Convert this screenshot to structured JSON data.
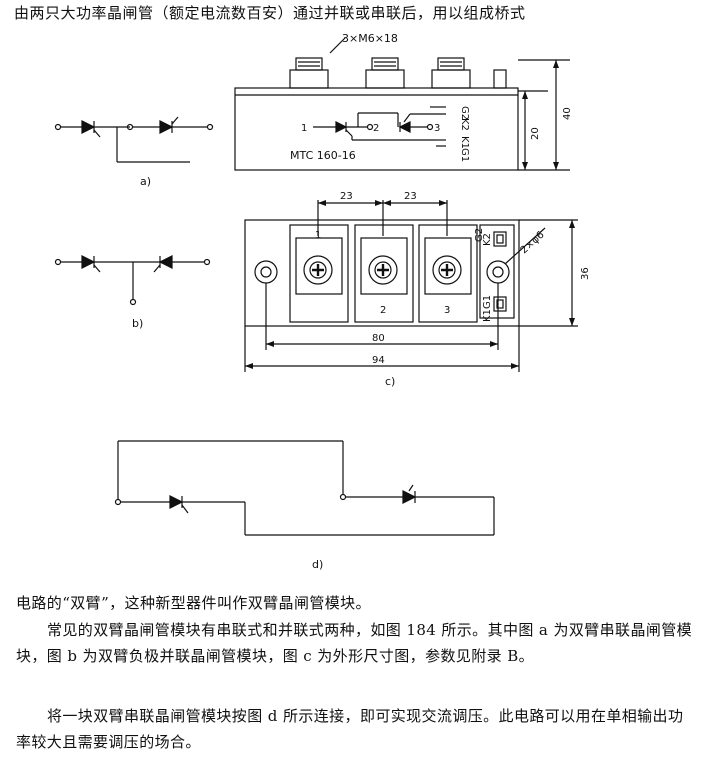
{
  "intro_line": "由两只大功率晶闸管（额定电流数百安）通过并联或串联后，用以组成桥式",
  "figure": {
    "caption_a": "a)",
    "caption_b": "b)",
    "caption_c": "c)",
    "caption_d": "d)",
    "screw_spec": "3×M6×18",
    "model_label": "MTC 160-16",
    "side_dim_20": "20",
    "side_dim_40": "40",
    "top_dim_23a": "23",
    "top_dim_23b": "23",
    "dim_80": "80",
    "dim_94": "94",
    "dim_36": "36",
    "hole_label": "2×φ6",
    "terminal_1": "1",
    "terminal_2": "2",
    "terminal_3": "3",
    "internal_1": "1",
    "internal_2": "2",
    "internal_3": "3",
    "pin_g2": "G2",
    "pin_k2": "K2",
    "pin_k1": "K1",
    "pin_g1": "G1"
  },
  "paragraphs": {
    "p1": "电路的“双臂”，这种新型器件叫作双臂晶闸管模块。",
    "p2": "常见的双臂晶闸管模块有串联式和并联式两种，如图 184 所示。其中图 a 为双臂串联晶闸管模块，图 b 为双臂负极并联晶闸管模块，图 c 为外形尺寸图，参数见附录 B。",
    "p3": "将一块双臂串联晶闸管模块按图 d 所示连接，即可实现交流调压。此电路可以用在单相输出功率较大且需要调压的场合。"
  }
}
